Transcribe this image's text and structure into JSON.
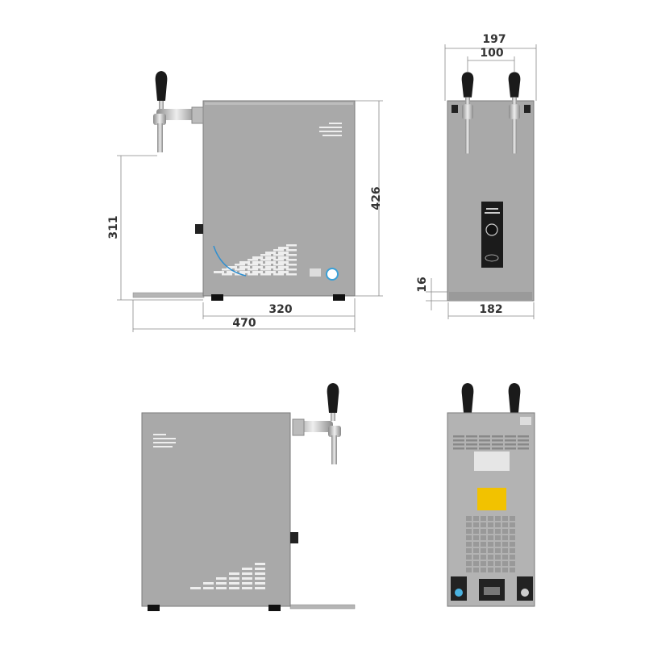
{
  "dimensions": {
    "height_total": "426",
    "tap_height": "311",
    "body_depth": "320",
    "total_depth": "470",
    "width_total": "197",
    "tap_spacing": "100",
    "body_width": "182",
    "base_height": "16"
  },
  "colors": {
    "body": "#a9a9a9",
    "tap_handle": "#1a1a1a",
    "chrome": "#c8c8c8",
    "warning_label": "#f2c200",
    "panel": "#1b1b1b"
  }
}
